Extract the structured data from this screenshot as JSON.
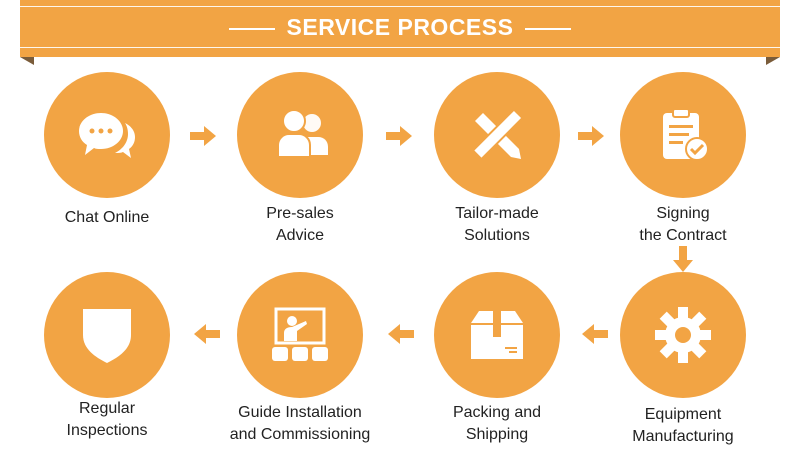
{
  "header": {
    "title": "SERVICE PROCESS"
  },
  "steps": [
    {
      "label_lines": [
        "Chat Online"
      ],
      "icon": "chat-bubbles-icon"
    },
    {
      "label_lines": [
        "Pre-sales",
        "Advice"
      ],
      "icon": "users-icon"
    },
    {
      "label_lines": [
        "Tailor-made",
        "Solutions"
      ],
      "icon": "ruler-pencil-icon"
    },
    {
      "label_lines": [
        "Signing",
        "the Contract"
      ],
      "icon": "clipboard-check-icon"
    },
    {
      "label_lines": [
        "Equipment",
        "Manufacturing"
      ],
      "icon": "gear-icon"
    },
    {
      "label_lines": [
        "Packing and",
        "Shipping"
      ],
      "icon": "box-icon"
    },
    {
      "label_lines": [
        "Guide Installation",
        "and Commissioning"
      ],
      "icon": "presentation-icon"
    },
    {
      "label_lines": [
        "Regular",
        "Inspections"
      ],
      "icon": "shield-icon"
    }
  ],
  "colors": {
    "accent": "#F2A444",
    "text": "#222222"
  }
}
